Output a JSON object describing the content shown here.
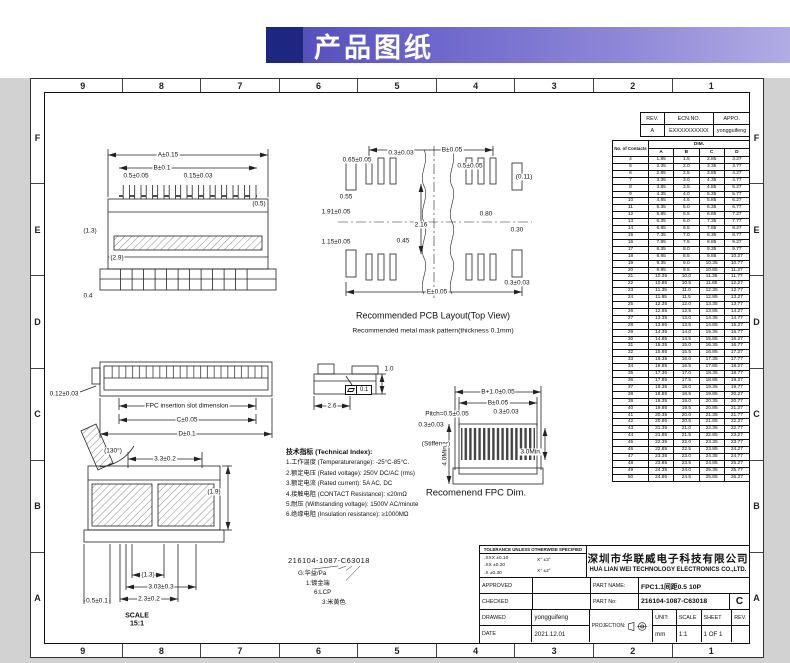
{
  "banner": {
    "title": "产品图纸"
  },
  "frame": {
    "cols": [
      "9",
      "8",
      "7",
      "6",
      "5",
      "4",
      "3",
      "2",
      "1"
    ],
    "rows": [
      "F",
      "E",
      "D",
      "C",
      "B",
      "A"
    ]
  },
  "rev_strip": {
    "headers": [
      "REV.",
      "ECN.NO.",
      "APPO."
    ],
    "row": [
      "A",
      "EXXXXXXXXXX",
      "yongguifeng"
    ]
  },
  "dim_table": {
    "header_contacts": "No. of Contacts",
    "header_dim": "DIM.",
    "columns": [
      "A",
      "B",
      "C",
      "D"
    ],
    "rows": [
      [
        "4",
        "1.85",
        "1.5",
        "2.85",
        "3.27"
      ],
      [
        "5",
        "2.35",
        "2.0",
        "3.35",
        "3.77"
      ],
      [
        "6",
        "2.85",
        "2.5",
        "3.85",
        "4.27"
      ],
      [
        "7",
        "3.35",
        "3.0",
        "4.35",
        "4.77"
      ],
      [
        "8",
        "3.85",
        "3.5",
        "4.85",
        "5.27"
      ],
      [
        "9",
        "4.35",
        "4.0",
        "5.35",
        "5.77"
      ],
      [
        "10",
        "4.85",
        "4.5",
        "5.85",
        "6.27"
      ],
      [
        "11",
        "5.35",
        "5.0",
        "6.35",
        "6.77"
      ],
      [
        "12",
        "5.85",
        "5.5",
        "6.85",
        "7.27"
      ],
      [
        "13",
        "6.35",
        "6.0",
        "7.35",
        "7.77"
      ],
      [
        "14",
        "6.85",
        "6.5",
        "7.85",
        "8.27"
      ],
      [
        "15",
        "7.35",
        "7.0",
        "8.35",
        "8.77"
      ],
      [
        "16",
        "7.85",
        "7.5",
        "8.85",
        "9.27"
      ],
      [
        "17",
        "8.35",
        "8.0",
        "9.35",
        "9.77"
      ],
      [
        "18",
        "8.85",
        "8.5",
        "9.85",
        "10.27"
      ],
      [
        "19",
        "9.35",
        "9.0",
        "10.35",
        "10.77"
      ],
      [
        "20",
        "9.85",
        "9.5",
        "10.85",
        "11.27"
      ],
      [
        "21",
        "10.35",
        "10.0",
        "11.35",
        "11.77"
      ],
      [
        "22",
        "10.85",
        "10.5",
        "11.85",
        "12.27"
      ],
      [
        "23",
        "11.35",
        "11.0",
        "12.35",
        "12.77"
      ],
      [
        "24",
        "11.85",
        "11.5",
        "12.85",
        "13.27"
      ],
      [
        "25",
        "12.35",
        "12.0",
        "13.35",
        "13.77"
      ],
      [
        "26",
        "12.85",
        "12.5",
        "13.85",
        "14.27"
      ],
      [
        "27",
        "13.35",
        "13.0",
        "14.35",
        "14.77"
      ],
      [
        "28",
        "13.85",
        "13.5",
        "14.85",
        "15.27"
      ],
      [
        "29",
        "14.35",
        "14.0",
        "15.35",
        "15.77"
      ],
      [
        "30",
        "14.85",
        "14.5",
        "15.85",
        "16.27"
      ],
      [
        "31",
        "15.35",
        "15.0",
        "16.35",
        "16.77"
      ],
      [
        "32",
        "15.85",
        "15.5",
        "16.85",
        "17.27"
      ],
      [
        "33",
        "16.35",
        "16.0",
        "17.35",
        "17.77"
      ],
      [
        "34",
        "16.85",
        "16.5",
        "17.85",
        "18.27"
      ],
      [
        "35",
        "17.35",
        "17.0",
        "18.35",
        "18.77"
      ],
      [
        "36",
        "17.85",
        "17.5",
        "18.85",
        "19.27"
      ],
      [
        "37",
        "18.35",
        "18.0",
        "19.35",
        "19.77"
      ],
      [
        "38",
        "18.85",
        "18.5",
        "19.85",
        "20.27"
      ],
      [
        "39",
        "19.35",
        "19.0",
        "20.35",
        "20.77"
      ],
      [
        "40",
        "19.85",
        "19.5",
        "20.85",
        "21.27"
      ],
      [
        "41",
        "20.35",
        "20.0",
        "21.35",
        "21.77"
      ],
      [
        "42",
        "20.85",
        "20.5",
        "21.85",
        "22.27"
      ],
      [
        "43",
        "21.35",
        "21.0",
        "22.35",
        "22.77"
      ],
      [
        "44",
        "21.85",
        "21.5",
        "22.85",
        "23.27"
      ],
      [
        "45",
        "22.35",
        "22.0",
        "23.35",
        "23.77"
      ],
      [
        "46",
        "22.85",
        "22.5",
        "23.85",
        "24.27"
      ],
      [
        "47",
        "23.35",
        "23.0",
        "24.35",
        "24.77"
      ],
      [
        "48",
        "23.85",
        "23.5",
        "24.85",
        "25.27"
      ],
      [
        "49",
        "24.35",
        "24.0",
        "25.35",
        "25.77"
      ],
      [
        "50",
        "24.85",
        "24.5",
        "25.85",
        "26.27"
      ]
    ]
  },
  "labels": {
    "top_view": {
      "dim_a": "A±0.15",
      "dim_b": "B±0.1",
      "pitch": "0.5±0.05",
      "pad": "0.15±0.03",
      "h05": "(0.5)",
      "h13": "(1.3)",
      "h29": "(2.9)",
      "d04": "0.4"
    },
    "pcb": {
      "b": "B±0.05",
      "p065": "0.65±0.05",
      "p03a": "0.3±0.03",
      "p05": "0.5±0.05",
      "p011": "(0.11)",
      "p055": "0.55",
      "p191": "1.91±0.05",
      "p216": "2.16",
      "p080": "0.80",
      "p030": "0.30",
      "p115": "1.15±0.05",
      "p045": "0.45",
      "p03b": "0.3±0.03",
      "e": "E±0.05",
      "title": "Recommended PCB Layout(Top View)",
      "subtitle": "Recommended metal mask pattern(thickness 0.1mm)"
    },
    "side": {
      "p012": "0.12±0.03",
      "slot": "FPC insertion slot dimension",
      "c": "C±0.05",
      "d": "D±0.1"
    },
    "detail": {
      "p10": "1.0",
      "p26": "2.6",
      "flat": "0.1"
    },
    "fpc": {
      "b10": "B+1.0±0.05",
      "b": "B±0.05",
      "p03a": "0.3±0.03",
      "pitch": "Pitch=0.5±0.05",
      "p03b": "0.3±0.03",
      "stiffener": "(Stiffener)",
      "min40": "4.0Min.",
      "min30": "3.0Min.",
      "title": "Recomenend FPC Dim."
    },
    "profile": {
      "angle": "(130°)",
      "p33": "3.3±0.2",
      "p19": "(1.9)",
      "p13": "(1.3)",
      "p303": "3.03±0.3",
      "p23": "2.3±0.2",
      "p05": "0.5±0.1",
      "scale_label": "SCALE",
      "scale_value": "15:1"
    }
  },
  "tech_notes": {
    "title": "技术指标 (Technical Index):",
    "items": [
      "1.工作温度 (Temperaturerange): -25°C-85°C.",
      "2.额定电压 (Rated voltage): 250V DC/AC (rms)",
      "3.额定电流 (Rated current): 5A AC, DC",
      "4.接触电阻 (CONTACT Resistance): ≤20mΩ",
      "5.耐压 (Withstanding voltage): 1500V AC/minute",
      "6.绝缘电阻 (Insulation resistance): ≥1000MΩ"
    ]
  },
  "part_code": {
    "number": "216104-1087-C63018",
    "legend": [
      "G:华益/Pa",
      "1:镀金端",
      "6:LCP",
      "3:米黄色"
    ]
  },
  "title_block": {
    "tolerance_title": "TOLERANCE UNLESS OTHERWISE SPECIFIED",
    "tol_left": [
      ".XXX ±0.10",
      ".XX ±0.20",
      ".X ±0.30"
    ],
    "tol_right": [
      "X° ±3°",
      "X° ±2°"
    ],
    "company_cn": "深圳市华联威电子科技有限公司",
    "company_en": "HUA LIAN WEI TECHNOLOGY ELECTRONICS CO.,LTD.",
    "approved_label": "APPROVED",
    "checked_label": "CHECKED",
    "drawed_label": "DRAWED",
    "date_label": "DATE",
    "drawed_value": "yongguifeng",
    "date_value": "2021.12.01",
    "part_name_label": "PART NAME:",
    "part_name": "FPC1.1间距0.5 10P",
    "part_no_label": "PART No:",
    "part_no": "216104-1087-C63018",
    "rev_letter": "C",
    "projection_label": "PROJECTION:",
    "unit_label": "UNIT:",
    "unit_value": "mm",
    "scale_label": "SCALE",
    "scale_value": "1:1",
    "sheet_label": "SHEET",
    "sheet_value": "1 OF 1",
    "rev_label": "REV."
  }
}
